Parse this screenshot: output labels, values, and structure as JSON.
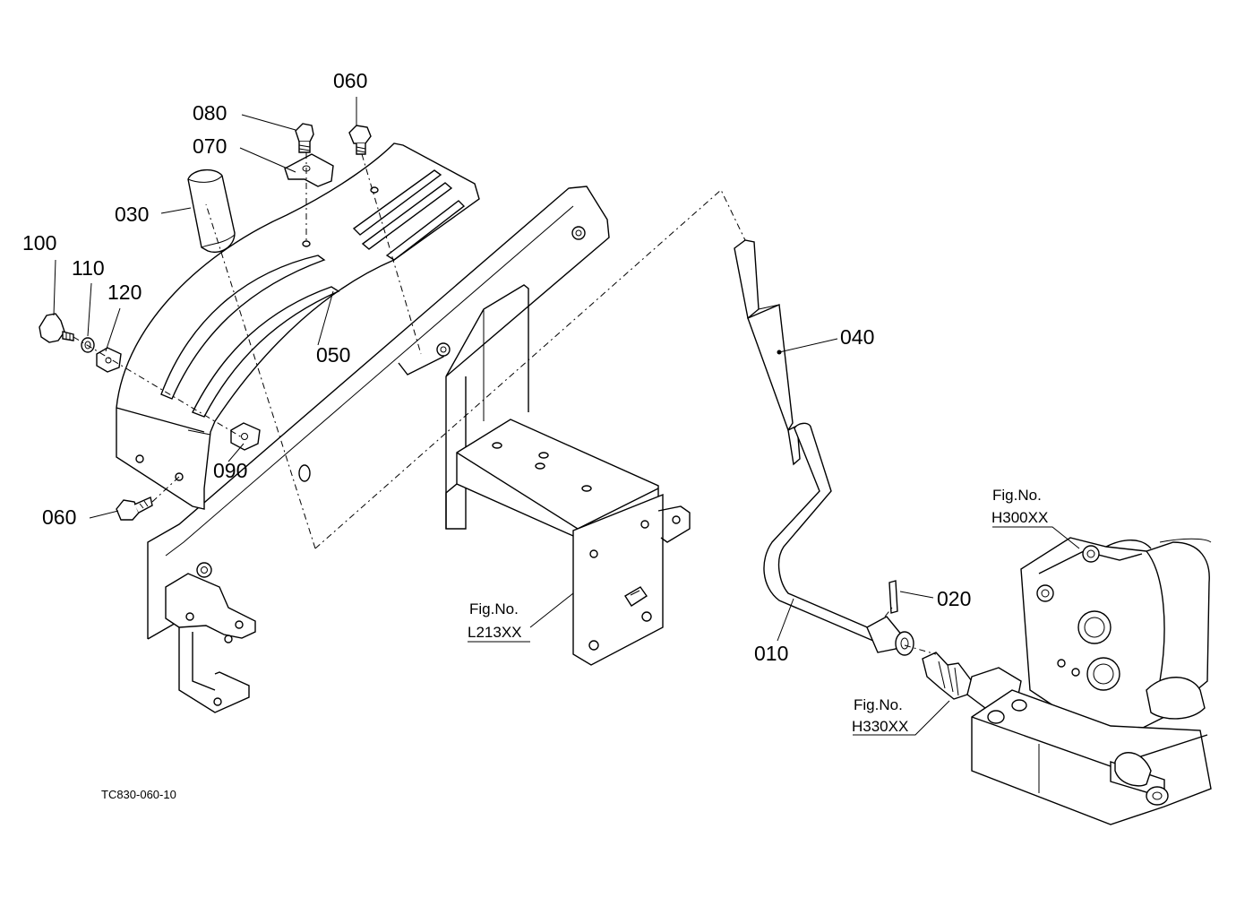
{
  "diagram": {
    "drawing_code": "TC830-060-10",
    "part_labels": [
      "060",
      "080",
      "070",
      "030",
      "100",
      "110",
      "120",
      "050",
      "090",
      "060",
      "040",
      "020",
      "010"
    ],
    "figure_refs": [
      {
        "caption": "Fig.No.",
        "code": "L213XX"
      },
      {
        "caption": "Fig.No.",
        "code": "H300XX"
      },
      {
        "caption": "Fig.No.",
        "code": "H330XX"
      }
    ]
  }
}
